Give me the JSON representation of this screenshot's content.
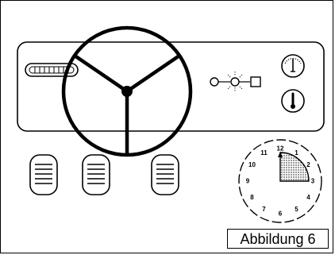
{
  "caption": "Abbildung 6",
  "clock": {
    "numerals": [
      "12",
      "1",
      "2",
      "3",
      "4",
      "5",
      "6",
      "7",
      "8",
      "9",
      "10",
      "11"
    ],
    "shaded_from_hour": 12,
    "shaded_to_hour": 3
  },
  "colors": {
    "line": "#000000",
    "shade": "#bdbdbd",
    "background": "#ffffff"
  },
  "icons": [
    "fuel-gauge-icon",
    "warning-lights-icon",
    "speedometer-icon",
    "temperature-icon",
    "steering-wheel-icon",
    "pedal-icon",
    "clock-icon"
  ]
}
